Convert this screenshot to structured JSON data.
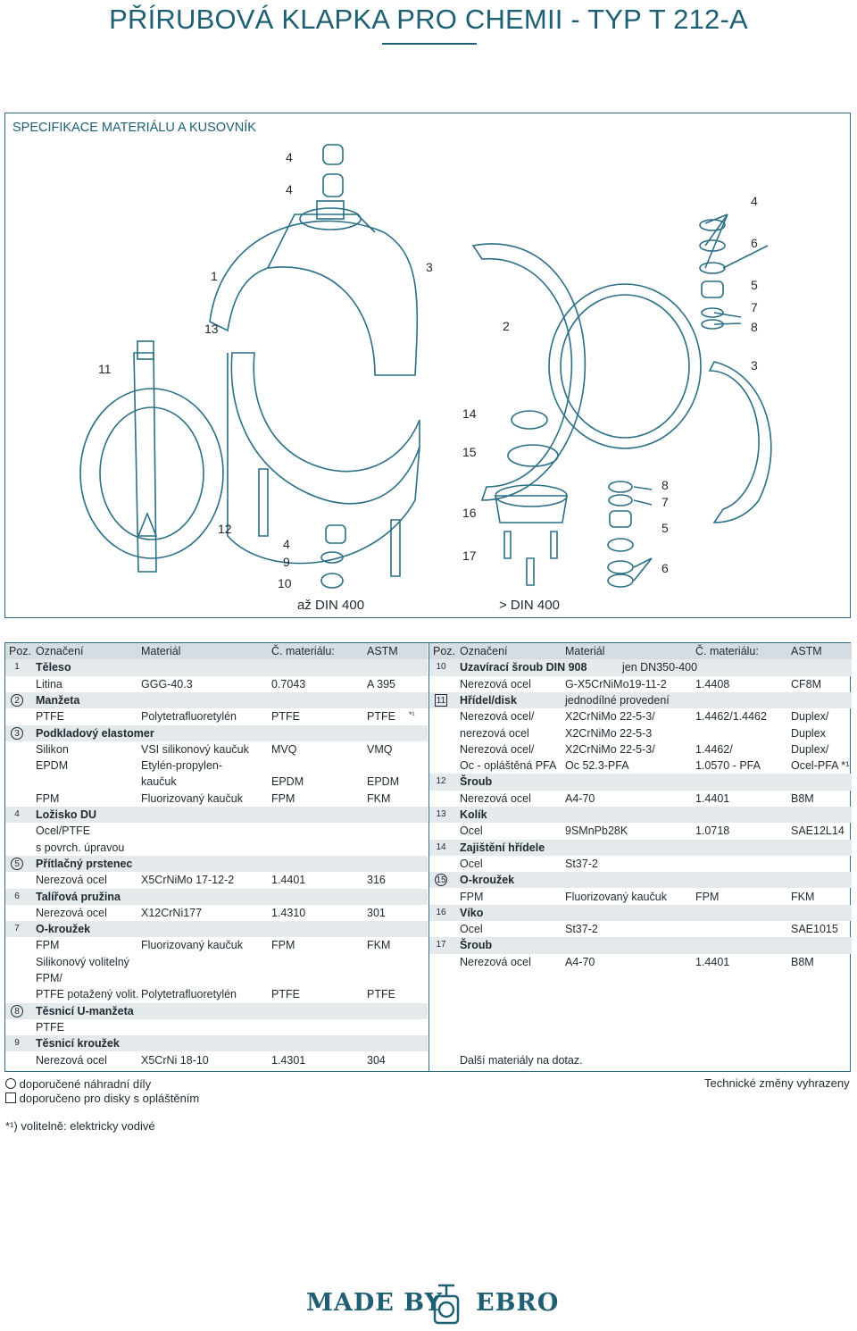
{
  "header": {
    "title": "PŘÍRUBOVÁ KLAPKA PRO CHEMII - TYP T 212-A"
  },
  "section": {
    "title": "SPECIFIKACE MATERIÁLU A KUSOVNÍK"
  },
  "drawing": {
    "labels": [
      "4",
      "4",
      "4",
      "6",
      "5",
      "7",
      "8",
      "3",
      "1",
      "13",
      "3",
      "2",
      "11",
      "14",
      "15",
      "8",
      "7",
      "12",
      "16",
      "5",
      "4",
      "17",
      "9",
      "6",
      "10"
    ],
    "captions": {
      "left": "až DIN 400",
      "right": "> DIN 400"
    }
  },
  "table": {
    "headers": [
      "Poz.",
      "Označení",
      "Materiál",
      "Č. materiálu:",
      "ASTM"
    ],
    "left_rows": [
      {
        "pos": "1",
        "badge": "",
        "name": "Těleso",
        "bold": true,
        "mat": "",
        "num": "",
        "astm": "",
        "shade": true
      },
      {
        "pos": "",
        "badge": "",
        "name": "Litina",
        "bold": false,
        "mat": "GGG-40.3",
        "num": "0.7043",
        "astm": "A 395",
        "shade": false
      },
      {
        "pos": "2",
        "badge": "circle",
        "name": "Manžeta",
        "bold": true,
        "mat": "",
        "num": "",
        "astm": "",
        "shade": true
      },
      {
        "pos": "",
        "badge": "",
        "name": "PTFE",
        "bold": false,
        "mat": "Polytetrafluoretylén",
        "num": "PTFE",
        "astm": "PTFE",
        "note": "*¹",
        "shade": false
      },
      {
        "pos": "3",
        "badge": "circle",
        "name": "Podkladový elastomer",
        "bold": true,
        "mat": "",
        "num": "",
        "astm": "",
        "shade": true
      },
      {
        "pos": "",
        "badge": "",
        "name": "Silikon",
        "bold": false,
        "mat": "VSI silikonový kaučuk",
        "num": "MVQ",
        "astm": "VMQ",
        "shade": false
      },
      {
        "pos": "",
        "badge": "",
        "name": "EPDM",
        "bold": false,
        "mat": "Etylén-propylen-",
        "num": "",
        "astm": "",
        "shade": false
      },
      {
        "pos": "",
        "badge": "",
        "name": "",
        "bold": false,
        "mat": "kaučuk",
        "num": "EPDM",
        "astm": "EPDM",
        "shade": false
      },
      {
        "pos": "",
        "badge": "",
        "name": "FPM",
        "bold": false,
        "mat": "Fluorizovaný kaučuk",
        "num": "FPM",
        "astm": "FKM",
        "shade": false
      },
      {
        "pos": "4",
        "badge": "",
        "name": "Ložisko DU",
        "bold": true,
        "mat": "",
        "num": "",
        "astm": "",
        "shade": true
      },
      {
        "pos": "",
        "badge": "",
        "name": "Ocel/PTFE",
        "bold": false,
        "mat": "",
        "num": "",
        "astm": "",
        "shade": false
      },
      {
        "pos": "",
        "badge": "",
        "name": "s povrch. úpravou",
        "bold": false,
        "mat": "",
        "num": "",
        "astm": "",
        "shade": false
      },
      {
        "pos": "5",
        "badge": "circle",
        "name": "Přítlačný prstenec",
        "bold": true,
        "mat": "",
        "num": "",
        "astm": "",
        "shade": true
      },
      {
        "pos": "",
        "badge": "",
        "name": "Nerezová ocel",
        "bold": false,
        "mat": "X5CrNiMo 17-12-2",
        "num": "1.4401",
        "astm": "316",
        "shade": false
      },
      {
        "pos": "6",
        "badge": "",
        "name": "Talířová pružina",
        "bold": true,
        "mat": "",
        "num": "",
        "astm": "",
        "shade": true
      },
      {
        "pos": "",
        "badge": "",
        "name": "Nerezová ocel",
        "bold": false,
        "mat": "X12CrNi177",
        "num": "1.4310",
        "astm": "301",
        "shade": false
      },
      {
        "pos": "7",
        "badge": "",
        "name": "O-kroužek",
        "bold": true,
        "mat": "",
        "num": "",
        "astm": "",
        "shade": true
      },
      {
        "pos": "",
        "badge": "",
        "name": "FPM",
        "bold": false,
        "mat": "Fluorizovaný kaučuk",
        "num": "FPM",
        "astm": "FKM",
        "shade": false
      },
      {
        "pos": "",
        "badge": "",
        "name": "Silikonový volitelný",
        "bold": false,
        "mat": "",
        "num": "",
        "astm": "",
        "shade": false
      },
      {
        "pos": "",
        "badge": "",
        "name": "FPM/",
        "bold": false,
        "mat": "",
        "num": "",
        "astm": "",
        "shade": false
      },
      {
        "pos": "",
        "badge": "",
        "name": "PTFE potažený volit.",
        "bold": false,
        "mat": "Polytetrafluoretylén",
        "num": "PTFE",
        "astm": "PTFE",
        "shade": false
      },
      {
        "pos": "8",
        "badge": "circle",
        "name": "Těsnicí U-manžeta",
        "bold": true,
        "mat": "",
        "num": "",
        "astm": "",
        "shade": true
      },
      {
        "pos": "",
        "badge": "",
        "name": "PTFE",
        "bold": false,
        "mat": "",
        "num": "",
        "astm": "",
        "shade": false
      },
      {
        "pos": "9",
        "badge": "",
        "name": "Těsnicí kroužek",
        "bold": true,
        "mat": "",
        "num": "",
        "astm": "",
        "shade": true
      },
      {
        "pos": "",
        "badge": "",
        "name": "Nerezová ocel",
        "bold": false,
        "mat": "X5CrNi 18-10",
        "num": "1.4301",
        "astm": "304",
        "shade": false
      }
    ],
    "right_rows": [
      {
        "pos": "10",
        "badge": "",
        "name": "Uzavírací šroub DIN 908",
        "bold": true,
        "extra": "jen DN350-400",
        "mat": "",
        "num": "",
        "astm": "",
        "shade": true
      },
      {
        "pos": "",
        "badge": "",
        "name": "Nerezová ocel",
        "bold": false,
        "mat": "G-X5CrNiMo19-11-2",
        "num": "1.4408",
        "astm": "CF8M",
        "shade": false
      },
      {
        "pos": "11",
        "badge": "square",
        "name": "Hřídel/disk",
        "bold": true,
        "mat": "jednodílné provedení",
        "num": "",
        "astm": "",
        "shade": true
      },
      {
        "pos": "",
        "badge": "",
        "name": "Nerezová ocel/",
        "bold": false,
        "mat": "X2CrNiMo 22-5-3/",
        "num": "1.4462/1.4462",
        "astm": "Duplex/",
        "shade": false
      },
      {
        "pos": "",
        "badge": "",
        "name": "nerezová ocel",
        "bold": false,
        "mat": "X2CrNiMo 22-5-3",
        "num": "",
        "astm": "Duplex",
        "shade": false
      },
      {
        "pos": "",
        "badge": "",
        "name": "Nerezová ocel/",
        "bold": false,
        "mat": "X2CrNiMo 22-5-3/",
        "num": "1.4462/",
        "astm": "Duplex/",
        "shade": false
      },
      {
        "pos": "",
        "badge": "",
        "name": "Oc - opláštěná PFA",
        "bold": false,
        "mat": "Oc 52.3-PFA",
        "num": "1.0570 - PFA",
        "astm": "Ocel-PFA *¹",
        "shade": false
      },
      {
        "pos": "12",
        "badge": "",
        "name": "Šroub",
        "bold": true,
        "mat": "",
        "num": "",
        "astm": "",
        "shade": true
      },
      {
        "pos": "",
        "badge": "",
        "name": "Nerezová ocel",
        "bold": false,
        "mat": "A4-70",
        "num": "1.4401",
        "astm": "B8M",
        "shade": false
      },
      {
        "pos": "13",
        "badge": "",
        "name": "Kolík",
        "bold": true,
        "mat": "",
        "num": "",
        "astm": "",
        "shade": true
      },
      {
        "pos": "",
        "badge": "",
        "name": "Ocel",
        "bold": false,
        "mat": "9SMnPb28K",
        "num": "1.0718",
        "astm": "SAE12L14",
        "shade": false
      },
      {
        "pos": "14",
        "badge": "",
        "name": "Zajištění hřídele",
        "bold": true,
        "mat": "",
        "num": "",
        "astm": "",
        "shade": true
      },
      {
        "pos": "",
        "badge": "",
        "name": "Ocel",
        "bold": false,
        "mat": "St37-2",
        "num": "",
        "astm": "",
        "shade": false
      },
      {
        "pos": "15",
        "badge": "circle",
        "name": "O-kroužek",
        "bold": true,
        "mat": "",
        "num": "",
        "astm": "",
        "shade": true
      },
      {
        "pos": "",
        "badge": "",
        "name": "FPM",
        "bold": false,
        "mat": "Fluorizovaný kaučuk",
        "num": "FPM",
        "astm": "FKM",
        "shade": false
      },
      {
        "pos": "16",
        "badge": "",
        "name": "Víko",
        "bold": true,
        "mat": "",
        "num": "",
        "astm": "",
        "shade": true
      },
      {
        "pos": "",
        "badge": "",
        "name": "Ocel",
        "bold": false,
        "mat": "St37-2",
        "num": "",
        "astm": "SAE1015",
        "shade": false
      },
      {
        "pos": "17",
        "badge": "",
        "name": "Šroub",
        "bold": true,
        "mat": "",
        "num": "",
        "astm": "",
        "shade": true
      },
      {
        "pos": "",
        "badge": "",
        "name": "Nerezová ocel",
        "bold": false,
        "mat": "A4-70",
        "num": "1.4401",
        "astm": "B8M",
        "shade": false
      },
      {
        "pos": "",
        "badge": "",
        "name": "",
        "bold": false,
        "mat": "",
        "num": "",
        "astm": "",
        "shade": false
      },
      {
        "pos": "",
        "badge": "",
        "name": "",
        "bold": false,
        "mat": "",
        "num": "",
        "astm": "",
        "shade": false
      },
      {
        "pos": "",
        "badge": "",
        "name": "",
        "bold": false,
        "mat": "",
        "num": "",
        "astm": "",
        "shade": false
      },
      {
        "pos": "",
        "badge": "",
        "name": "",
        "bold": false,
        "mat": "",
        "num": "",
        "astm": "",
        "shade": false
      },
      {
        "pos": "",
        "badge": "",
        "name": "",
        "bold": false,
        "mat": "",
        "num": "",
        "astm": "",
        "shade": false
      },
      {
        "pos": "",
        "badge": "",
        "name": "Další materiály na dotaz.",
        "bold": false,
        "mat": "",
        "num": "",
        "astm": "",
        "shade": false
      }
    ]
  },
  "footer": {
    "legend_circle": "doporučené náhradní díly",
    "legend_square": "doporučeno pro disky s opláštěním",
    "changes": "Technické změny vyhrazeny",
    "note": "volitelně: elektricky vodivé",
    "note_mark": "*¹)"
  },
  "logo": {
    "left": "MADE BY",
    "right": "EBRO"
  },
  "colors": {
    "accent": "#1e5f74",
    "shade": "#e4e9ec"
  }
}
